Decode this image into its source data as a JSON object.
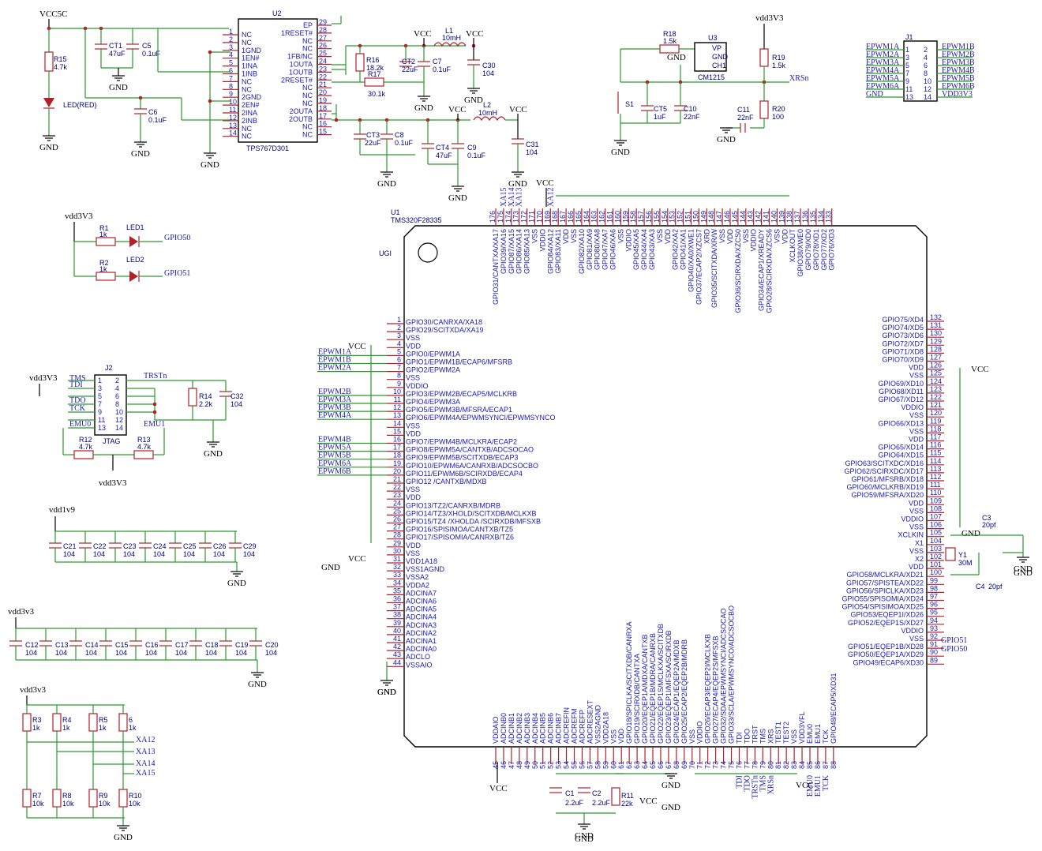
{
  "power": {
    "vcc5c": "VCC5C",
    "vcc": "VCC",
    "vdd3v3": "vdd3V3",
    "vdd3v3b": "vdd3v3",
    "vdd1v9": "vdd1v9",
    "gnd": "GND"
  },
  "u2": {
    "ref": "U2",
    "part": "TPS767D301",
    "left_pins": [
      {
        "n": "1",
        "name": "NC"
      },
      {
        "n": "2",
        "name": "NC"
      },
      {
        "n": "3",
        "name": "1GND"
      },
      {
        "n": "4",
        "name": "1EN#"
      },
      {
        "n": "5",
        "name": "1INA"
      },
      {
        "n": "6",
        "name": "1INB"
      },
      {
        "n": "7",
        "name": "NC"
      },
      {
        "n": "8",
        "name": "NC"
      },
      {
        "n": "9",
        "name": "2GND"
      },
      {
        "n": "10",
        "name": "2EN#"
      },
      {
        "n": "11",
        "name": "2INA"
      },
      {
        "n": "12",
        "name": "2INB"
      },
      {
        "n": "13",
        "name": "NC"
      },
      {
        "n": "14",
        "name": "NC"
      }
    ],
    "right_pins": [
      {
        "n": "29",
        "name": "EP"
      },
      {
        "n": "28",
        "name": "1RESET#"
      },
      {
        "n": "27",
        "name": "NC"
      },
      {
        "n": "26",
        "name": "NC"
      },
      {
        "n": "25",
        "name": "1FB/NC"
      },
      {
        "n": "24",
        "name": "1OUTA"
      },
      {
        "n": "23",
        "name": "1OUTB"
      },
      {
        "n": "22",
        "name": "2RESET#"
      },
      {
        "n": "21",
        "name": "NC"
      },
      {
        "n": "20",
        "name": "NC"
      },
      {
        "n": "19",
        "name": "NC"
      },
      {
        "n": "18",
        "name": "2OUTA"
      },
      {
        "n": "17",
        "name": "2OUTB"
      },
      {
        "n": "16",
        "name": "NC"
      },
      {
        "n": "15",
        "name": "NC"
      }
    ]
  },
  "parts": {
    "r15": {
      "ref": "R15",
      "val": "4.7k"
    },
    "led_red": "LED(RED)",
    "ct1": {
      "ref": "CT1",
      "val": "47uF"
    },
    "c5": {
      "ref": "C5",
      "val": "0.1uF"
    },
    "c6": {
      "ref": "C6",
      "val": "0.1uF"
    },
    "r16": {
      "ref": "R16",
      "val": "18.2k"
    },
    "r17": {
      "ref": "R17",
      "val": "30.1k"
    },
    "ct2": {
      "ref": "CT2",
      "val": "22uF"
    },
    "c7": {
      "ref": "C7",
      "val": "0.1uF"
    },
    "l1": {
      "ref": "L1",
      "val": "10mH"
    },
    "c30": {
      "ref": "C30",
      "val": "104"
    },
    "ct3": {
      "ref": "CT3",
      "val": "22uF"
    },
    "c8": {
      "ref": "C8",
      "val": "0.1uF"
    },
    "ct4": {
      "ref": "CT4",
      "val": "47uF"
    },
    "c9": {
      "ref": "C9",
      "val": "0.1uF"
    },
    "l2": {
      "ref": "L2",
      "val": "10mH"
    },
    "c31": {
      "ref": "C31",
      "val": "104"
    },
    "r18": {
      "ref": "R18",
      "val": "1.5k"
    },
    "u3": {
      "ref": "U3",
      "part": "CM1215",
      "p1": "VP",
      "p2": "GND",
      "p3": "CH1"
    },
    "s1": "S1",
    "ct5": {
      "ref": "CT5",
      "val": "1uF"
    },
    "c10": {
      "ref": "C10",
      "val": "22nF"
    },
    "r19": {
      "ref": "R19",
      "val": "1.5k"
    },
    "r20": {
      "ref": "R20",
      "val": "100"
    },
    "c11": {
      "ref": "C11",
      "val": "22nF"
    },
    "r1": {
      "ref": "R1",
      "val": "1k"
    },
    "r2": {
      "ref": "R2",
      "val": "1k"
    },
    "led1": "LED1",
    "led2": "LED2",
    "r14": {
      "ref": "R14",
      "val": "2.2k"
    },
    "c32": {
      "ref": "C32",
      "val": "104"
    },
    "r12": {
      "ref": "R12",
      "val": "4.7k"
    },
    "r13": {
      "ref": "R13",
      "val": "4.7k"
    },
    "c1": {
      "ref": "C1",
      "val": "2.2uF"
    },
    "c2": {
      "ref": "C2",
      "val": "2.2uF"
    },
    "r11": {
      "ref": "R11",
      "val": "22k"
    },
    "c3": {
      "ref": "C3",
      "val": "20pf"
    },
    "c4": {
      "ref": "C4",
      "val": "20pf"
    },
    "y1": {
      "ref": "Y1",
      "val": "30M"
    }
  },
  "net": {
    "xrsn": "XRSn",
    "gpio50": "GPIO50",
    "gpio51": "GPIO51",
    "trstn": "TRSTn",
    "tms": "TMS",
    "tdi": "TDI",
    "tdo": "TDO",
    "tck": "TCK",
    "emu0": "EMU0",
    "emu1": "EMU1",
    "xa12": "XA12",
    "xa13": "XA13",
    "xa14": "XA14",
    "xa15": "XA15"
  },
  "j1": {
    "ref": "J1",
    "left": [
      "EPWM1A",
      "EPWM2A",
      "EPWM3A",
      "EPWM4A",
      "EPWM5A",
      "EPWM6A",
      "GND"
    ],
    "right": [
      "EPWM1B",
      "EPWM2B",
      "EPWM3B",
      "EPWM4B",
      "EPWM5B",
      "EPWM6B",
      "VDD3V3"
    ],
    "lnum": [
      "1",
      "3",
      "5",
      "7",
      "9",
      "11",
      "13"
    ],
    "rnum": [
      "2",
      "4",
      "6",
      "8",
      "10",
      "12",
      "14"
    ]
  },
  "j2": {
    "ref": "J2",
    "label": "JTAG",
    "lnum": [
      "1",
      "3",
      "5",
      "7",
      "9",
      "11",
      "13"
    ],
    "rnum": [
      "2",
      "4",
      "6",
      "8",
      "10",
      "12",
      "14"
    ]
  },
  "decoupling": {
    "row1": [
      "C21",
      "C22",
      "C23",
      "C24",
      "C25",
      "C26",
      "C29"
    ],
    "row2": [
      "C12",
      "C13",
      "C14",
      "C15",
      "C16",
      "C17",
      "C18",
      "C19",
      "C20"
    ],
    "val": "104"
  },
  "pullups": {
    "top": [
      {
        "ref": "R3",
        "val": "1k"
      },
      {
        "ref": "R4",
        "val": "1k"
      },
      {
        "ref": "R5",
        "val": "1k"
      },
      {
        "ref": "6",
        "val": "1k"
      }
    ],
    "bot": [
      {
        "ref": "R7",
        "val": "10k"
      },
      {
        "ref": "R8",
        "val": "10k"
      },
      {
        "ref": "R9",
        "val": "10k"
      },
      {
        "ref": "R10",
        "val": "10k"
      }
    ]
  },
  "u1": {
    "ref": "U1",
    "part": "TMS320F28335",
    "tag": "UGI",
    "left_pins": [
      {
        "n": "1",
        "name": "GPIO30/CANRXA/XA18"
      },
      {
        "n": "2",
        "name": "GPIO29/SCITXDA/XA19"
      },
      {
        "n": "3",
        "name": "VSS"
      },
      {
        "n": "4",
        "name": "VDD"
      },
      {
        "n": "5",
        "name": "GPIO0/EPWM1A"
      },
      {
        "n": "6",
        "name": "GPIO1/EPWM1B/ECAP6/MFSRB"
      },
      {
        "n": "7",
        "name": "GPIO2/EPWM2A"
      },
      {
        "n": "8",
        "name": "VSS"
      },
      {
        "n": "9",
        "name": "VDDIO"
      },
      {
        "n": "10",
        "name": "GPIO3/EPWM2B/ECAP5/MCLKRB"
      },
      {
        "n": "11",
        "name": "GPIO4/EPWM3A"
      },
      {
        "n": "12",
        "name": "GPIO5/EPWM3B/MFSRA/ECAP1"
      },
      {
        "n": "13",
        "name": "GPIO6/EPWM4A/EPWMSYNCI/EPWMSYNCO"
      },
      {
        "n": "14",
        "name": "VSS"
      },
      {
        "n": "15",
        "name": "VDD"
      },
      {
        "n": "16",
        "name": "GPIO7/EPWM4B/MCLKRA/ECAP2"
      },
      {
        "n": "17",
        "name": "GPIO8/EPWM5A/CANTXB/ADCSOCAO"
      },
      {
        "n": "18",
        "name": "GPIO9/EPWM5B/SCITXDB/ECAP3"
      },
      {
        "n": "19",
        "name": "GPIO10/EPWM6A/CANRXB/ADCSOCBO"
      },
      {
        "n": "20",
        "name": "GPIO11/EPWM6B/SCIRXDB/ECAP4"
      },
      {
        "n": "21",
        "name": "GPIO12 /CANTXB/MDXB"
      },
      {
        "n": "22",
        "name": "VSS"
      },
      {
        "n": "23",
        "name": "VDD"
      },
      {
        "n": "24",
        "name": "GPIO13/TZ2/CANRXB/MDRB"
      },
      {
        "n": "25",
        "name": "GPIO14/TZ3/XHOLD/SCITXDB/MCLKXB"
      },
      {
        "n": "26",
        "name": "GPIO15/TZ4 /XHOLDA /SCIRXDB/MFSXB"
      },
      {
        "n": "27",
        "name": "GPIO16/SPISIMOA/CANTXB/TZ5"
      },
      {
        "n": "28",
        "name": "GPIO17/SPISOMIA/CANRXB/TZ6"
      },
      {
        "n": "29",
        "name": "VDD"
      },
      {
        "n": "30",
        "name": "VSS"
      },
      {
        "n": "31",
        "name": "VDD1A18"
      },
      {
        "n": "32",
        "name": "VSS1AGND"
      },
      {
        "n": "33",
        "name": "VSSA2"
      },
      {
        "n": "34",
        "name": "VDDA2"
      },
      {
        "n": "35",
        "name": "ADCINA7"
      },
      {
        "n": "36",
        "name": "ADCINA6"
      },
      {
        "n": "37",
        "name": "ADCINA5"
      },
      {
        "n": "38",
        "name": "ADCINA4"
      },
      {
        "n": "39",
        "name": "ADCINA3"
      },
      {
        "n": "40",
        "name": "ADCINA2"
      },
      {
        "n": "41",
        "name": "ADCINA1"
      },
      {
        "n": "42",
        "name": "ADCINA0"
      },
      {
        "n": "43",
        "name": "ADCLO"
      },
      {
        "n": "44",
        "name": "VSSAIO"
      }
    ],
    "right_pins": [
      {
        "n": "132",
        "name": "GPIO75/XD4"
      },
      {
        "n": "131",
        "name": "GPIO74/XD5"
      },
      {
        "n": "130",
        "name": "GPIO73/XD6"
      },
      {
        "n": "129",
        "name": "GPIO72/XD7"
      },
      {
        "n": "128",
        "name": "GPIO71/XD8"
      },
      {
        "n": "127",
        "name": "GPIO70/XD9"
      },
      {
        "n": "126",
        "name": "VDD"
      },
      {
        "n": "125",
        "name": "VSS"
      },
      {
        "n": "124",
        "name": "GPIO69/XD10"
      },
      {
        "n": "123",
        "name": "GPIO68/XD11"
      },
      {
        "n": "122",
        "name": "GPIO67/XD12"
      },
      {
        "n": "121",
        "name": "VDDIO"
      },
      {
        "n": "120",
        "name": "VSS"
      },
      {
        "n": "119",
        "name": "GPIO66/XD13"
      },
      {
        "n": "118",
        "name": "VSS"
      },
      {
        "n": "117",
        "name": "VDD"
      },
      {
        "n": "116",
        "name": "GPIO65/XD14"
      },
      {
        "n": "115",
        "name": "GPIO64/XD15"
      },
      {
        "n": "114",
        "name": "GPIO63/SCITXDC/XD16"
      },
      {
        "n": "113",
        "name": "GPIO62/SCIRXDC/XD17"
      },
      {
        "n": "112",
        "name": "GPIO61/MFSRB/XD18"
      },
      {
        "n": "111",
        "name": "GPIO60/MCLKRB/XD19"
      },
      {
        "n": "110",
        "name": "GPIO59/MFSRA/XD20"
      },
      {
        "n": "109",
        "name": "VDD"
      },
      {
        "n": "108",
        "name": "VSS"
      },
      {
        "n": "107",
        "name": "VDDIO"
      },
      {
        "n": "106",
        "name": "VSS"
      },
      {
        "n": "105",
        "name": "XCLKIN"
      },
      {
        "n": "104",
        "name": "X1"
      },
      {
        "n": "103",
        "name": "VSS"
      },
      {
        "n": "102",
        "name": "X2"
      },
      {
        "n": "101",
        "name": "VDD"
      },
      {
        "n": "100",
        "name": "GPIO58/MCLKRA/XD21"
      },
      {
        "n": "99",
        "name": "GPIO57/SPISTEA/XD22"
      },
      {
        "n": "98",
        "name": "GPIO56/SPICLKA/XD23"
      },
      {
        "n": "97",
        "name": "GPIO55/SPISOMIA/XD24"
      },
      {
        "n": "96",
        "name": "GPIO54/SPISIMOA/XD25"
      },
      {
        "n": "95",
        "name": "GPIO53/EQEP1I/XD26"
      },
      {
        "n": "94",
        "name": "GPIO52/EQEP1S/XD27"
      },
      {
        "n": "93",
        "name": "VDDIO"
      },
      {
        "n": "92",
        "name": "VSS"
      },
      {
        "n": "91",
        "name": "GPIO51/EQEP1B/XD28"
      },
      {
        "n": "90",
        "name": "GPIO50/EQEP1A/XD29"
      },
      {
        "n": "89",
        "name": "GPIO49/ECAP6/XD30"
      }
    ],
    "top_pins": [
      {
        "n": "176",
        "name": "GPIO31/CANTXA/XA17"
      },
      {
        "n": "175",
        "name": "GPIO39/XA16"
      },
      {
        "n": "174",
        "name": "GPIO87/XA15"
      },
      {
        "n": "173",
        "name": "GPIO86/XA14"
      },
      {
        "n": "172",
        "name": "GPIO85/XA13"
      },
      {
        "n": "171",
        "name": "VSS"
      },
      {
        "n": "170",
        "name": "VDDIO"
      },
      {
        "n": "169",
        "name": "GPIO84/XA12"
      },
      {
        "n": "168",
        "name": "GPIO83/XA11"
      },
      {
        "n": "167",
        "name": "VDD"
      },
      {
        "n": "166",
        "name": "VSS"
      },
      {
        "n": "165",
        "name": "GPIO82/XA10"
      },
      {
        "n": "164",
        "name": "GPIO81/XA9"
      },
      {
        "n": "163",
        "name": "GPIO80/XA8"
      },
      {
        "n": "162",
        "name": "GPIO47/XA7"
      },
      {
        "n": "161",
        "name": "GPIO46/XA6"
      },
      {
        "n": "160",
        "name": "VSS"
      },
      {
        "n": "159",
        "name": "VDDIO"
      },
      {
        "n": "158",
        "name": "GPIO45/XA5"
      },
      {
        "n": "157",
        "name": "GPIO44/XA4"
      },
      {
        "n": "156",
        "name": "GPIO43/XA3"
      },
      {
        "n": "155",
        "name": "VSS"
      },
      {
        "n": "154",
        "name": "VDD"
      },
      {
        "n": "153",
        "name": "GPIO42/XA2"
      },
      {
        "n": "152",
        "name": "GPIO41/XA1"
      },
      {
        "n": "151",
        "name": "GPIO40/XA0/XWE1"
      },
      {
        "n": "150",
        "name": "GPIO37/ECAP2/XZCS7"
      },
      {
        "n": "149",
        "name": "XRD"
      },
      {
        "n": "148",
        "name": "GPIO35/SCITXDA/XR/W"
      },
      {
        "n": "147",
        "name": "VSS"
      },
      {
        "n": "146",
        "name": "VDD"
      },
      {
        "n": "145",
        "name": "GPIO36/SCIRXDA/XZCS0"
      },
      {
        "n": "144",
        "name": "VSS"
      },
      {
        "n": "143",
        "name": "VDDIO"
      },
      {
        "n": "142",
        "name": "GPIO34/ECAP1/XREADY"
      },
      {
        "n": "141",
        "name": "GPIO28/SCIRXDA/XZCS6"
      },
      {
        "n": "140",
        "name": "VSS"
      },
      {
        "n": "139",
        "name": "VDD"
      },
      {
        "n": "138",
        "name": "XCLKOUT"
      },
      {
        "n": "137",
        "name": "GPIO38/XWE0"
      },
      {
        "n": "136",
        "name": "GPIO79/XD0"
      },
      {
        "n": "135",
        "name": "GPIO78/XD1"
      },
      {
        "n": "134",
        "name": "GPIO77/XD2"
      },
      {
        "n": "133",
        "name": "GPIO76/XD3"
      }
    ],
    "bottom_pins": [
      {
        "n": "45",
        "name": "VDDAIO"
      },
      {
        "n": "46",
        "name": "ADCINB0"
      },
      {
        "n": "47",
        "name": "ADCINB1"
      },
      {
        "n": "48",
        "name": "ADCINB2"
      },
      {
        "n": "49",
        "name": "ADCINB3"
      },
      {
        "n": "50",
        "name": "ADCINB4"
      },
      {
        "n": "51",
        "name": "ADCINB5"
      },
      {
        "n": "52",
        "name": "ADCINB6"
      },
      {
        "n": "53",
        "name": "ADCINB7"
      },
      {
        "n": "54",
        "name": "ADCREFIN"
      },
      {
        "n": "55",
        "name": "ADCREFM"
      },
      {
        "n": "56",
        "name": "ADCREFP"
      },
      {
        "n": "57",
        "name": "ADCRESEXT"
      },
      {
        "n": "58",
        "name": "VSS2AGND"
      },
      {
        "n": "59",
        "name": "VDD2A18"
      },
      {
        "n": "60",
        "name": "VSS"
      },
      {
        "n": "61",
        "name": "VDD"
      },
      {
        "n": "62",
        "name": "GPIO18/SPICLKA/SCITXDB/CANRXA"
      },
      {
        "n": "63",
        "name": "GPIO19/SCIRXDB/CANTXA"
      },
      {
        "n": "64",
        "name": "GPIO20/EQEP1A/MDXA/CANTXB"
      },
      {
        "n": "65",
        "name": "GPIO21/EQEP1B/MDRA/CANRXB"
      },
      {
        "n": "66",
        "name": "GPIO22/EQEP1S/MCLKXA/SCITXDB"
      },
      {
        "n": "67",
        "name": "GPIO23/EQEP1I/MFSXA/SCIRXDB"
      },
      {
        "n": "68",
        "name": "GPIO24/ECAP1/EQEP2A/MDXB"
      },
      {
        "n": "69",
        "name": "GPIO25/ECAP2/EQEP2B/MDRB"
      },
      {
        "n": "70",
        "name": "VSS"
      },
      {
        "n": "71",
        "name": "VDDIO"
      },
      {
        "n": "72",
        "name": "GPIO26/ECAP3/EQEP2I/MCLKXB"
      },
      {
        "n": "73",
        "name": "GPIO27/ECAP4/EQEP2S/MFSXB"
      },
      {
        "n": "74",
        "name": "GPIO32/SDAA/EPWMSYNCI/ADCSOCAO"
      },
      {
        "n": "75",
        "name": "GPIO33/SCLA/EPWMSYNCO/ADCSOCBO"
      },
      {
        "n": "76",
        "name": "TDI"
      },
      {
        "n": "77",
        "name": "TDO"
      },
      {
        "n": "78",
        "name": "TRST"
      },
      {
        "n": "79",
        "name": "TMS"
      },
      {
        "n": "80",
        "name": "XRS"
      },
      {
        "n": "81",
        "name": "TEST1"
      },
      {
        "n": "82",
        "name": "TEST2"
      },
      {
        "n": "83",
        "name": "VSS"
      },
      {
        "n": "84",
        "name": "VDD3VFL"
      },
      {
        "n": "85",
        "name": "EMU0"
      },
      {
        "n": "86",
        "name": "EMU1"
      },
      {
        "n": "87",
        "name": "TCK"
      },
      {
        "n": "88",
        "name": "GPIO48/ECAP5/XD31"
      }
    ],
    "left_nets": {
      "5": "EPWM1A",
      "6": "EPWM1B",
      "7": "EPWM2A",
      "10": "EPWM2B",
      "11": "EPWM3A",
      "12": "EPWM3B",
      "13": "EPWM4A",
      "16": "EPWM4B",
      "17": "EPWM5A",
      "18": "EPWM5B",
      "19": "EPWM6A",
      "20": "EPWM6B"
    },
    "top_nets": {
      "175": "XA15",
      "174": "XA14",
      "173": "XA13",
      "169": "XA12"
    },
    "bottom_nets": {
      "76": "TDI",
      "77": "TDO",
      "78": "TRSTn",
      "79": "TMS",
      "80": "XRSn",
      "85": "EMU0",
      "86": "EMU1",
      "87": "TCK"
    }
  }
}
